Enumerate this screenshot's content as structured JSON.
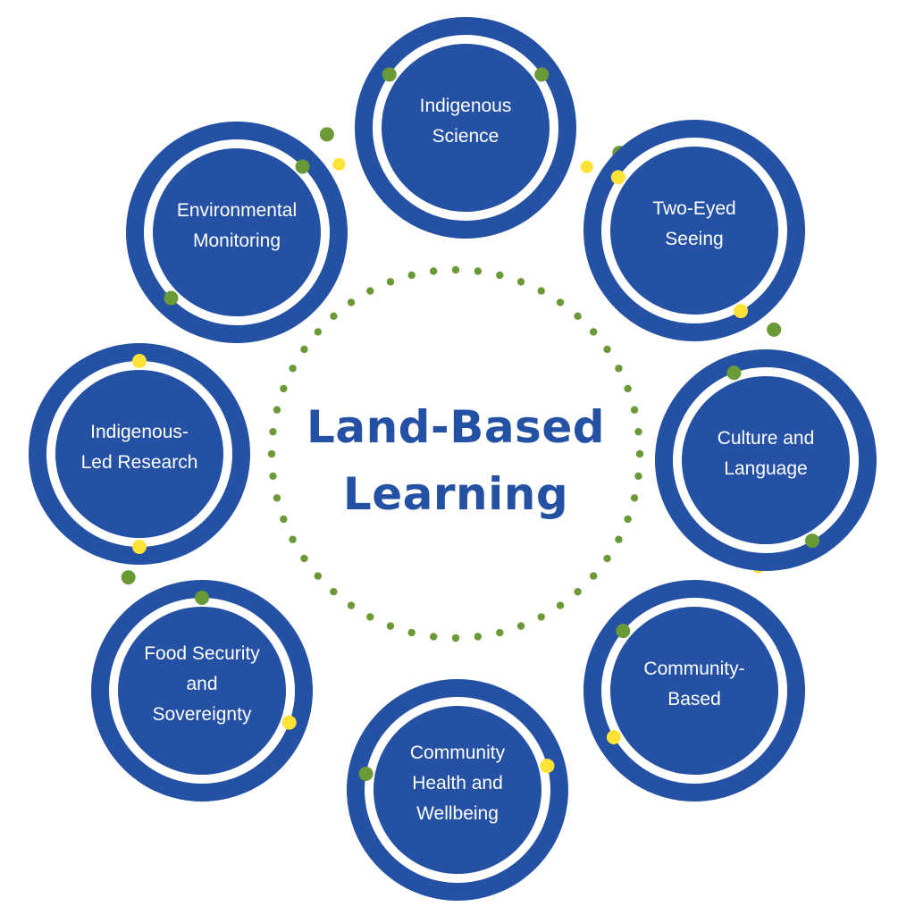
{
  "title": {
    "lines": [
      "Land-Based",
      "Learning"
    ]
  },
  "colors": {
    "primary_blue": "#2451a4",
    "accent_green": "#6a9a35",
    "accent_yellow": "#fde335",
    "background": "#ffffff"
  },
  "nodes": [
    {
      "id": "indigenous-science",
      "lines": [
        "Indigenous",
        "Science"
      ]
    },
    {
      "id": "two-eyed-seeing",
      "lines": [
        "Two-Eyed",
        "Seeing"
      ]
    },
    {
      "id": "culture-and-language",
      "lines": [
        "Culture and",
        "Language"
      ]
    },
    {
      "id": "community-based",
      "lines": [
        "Community-",
        "Based"
      ]
    },
    {
      "id": "community-health-and-wellbeing",
      "lines": [
        "Community",
        "Health and",
        "Wellbeing"
      ]
    },
    {
      "id": "food-security-and-sovereignty",
      "lines": [
        "Food Security",
        "and",
        "Sovereignty"
      ]
    },
    {
      "id": "indigenous-led-research",
      "lines": [
        "Indigenous-",
        "Led Research"
      ]
    },
    {
      "id": "environmental-monitoring",
      "lines": [
        "Environmental",
        "Monitoring"
      ]
    }
  ]
}
